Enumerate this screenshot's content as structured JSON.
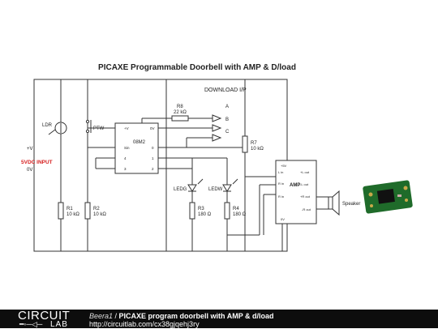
{
  "diagram": {
    "title": "PICAXE Programmable Doorbell with AMP & D/load",
    "download_label": "DOWNLOAD I/P",
    "pins": [
      "A",
      "B",
      "C"
    ],
    "ldr_label": "LDR",
    "ptw_label": "PTW",
    "vplus_label": "+V",
    "input_label": "5VDC INPUT",
    "zero_v_label": "0V",
    "ic": {
      "name": "08M2",
      "left_pins": [
        "+V",
        "Sin",
        "4",
        "3"
      ],
      "right_pins": [
        "0V",
        "0",
        "1",
        "2"
      ]
    },
    "r8": {
      "name": "R8",
      "value": "22 kΩ"
    },
    "r7": {
      "name": "R7",
      "value": "10 kΩ"
    },
    "r1": {
      "name": "R1",
      "value": "10 kΩ"
    },
    "r2": {
      "name": "R2",
      "value": "10 kΩ"
    },
    "r3": {
      "name": "R3",
      "value": "180 Ω"
    },
    "r4": {
      "name": "R4",
      "value": "180 Ω"
    },
    "ledg_label": "LEDG",
    "ledw_label": "LEDW",
    "amp": {
      "name": "AMP",
      "left_pins": [
        "+5V",
        "L in",
        "R in",
        "R in"
      ],
      "right_pins": [
        "+L out",
        "-L out",
        "+R out",
        "-R out"
      ],
      "bottom_pin": "0V"
    },
    "speaker_label": "Speaker",
    "colors": {
      "input_label": "#d62020",
      "board": "#1f6b2a"
    }
  },
  "footer": {
    "logo_top": "CIRCUIT",
    "logo_bottom": "LAB",
    "author": "Beera1",
    "separator": " / ",
    "title": "PICAXE program doorbell with AMP & d/load",
    "url": "http://circuitlab.com/cx38gjqehj3ry"
  }
}
